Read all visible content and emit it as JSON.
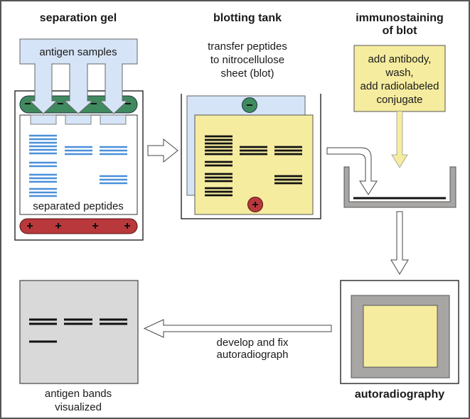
{
  "title": "Western blot procedure",
  "colors": {
    "sample_blue": "#d6e4f7",
    "band_blue": "#4a90d9",
    "cathode_green": "#3f8a5e",
    "anode_red": "#b8383c",
    "blot_yellow": "#f5ec9f",
    "tray_gray": "#a8a5a5",
    "film_gray": "#d9d9d9",
    "band_black": "#111111",
    "outline": "#333333"
  },
  "steps": {
    "separation_gel": {
      "heading": "separation gel",
      "samples_label": "antigen samples",
      "peptides_label": "separated peptides",
      "cathode_symbol": "−",
      "anode_symbol": "+"
    },
    "blotting_tank": {
      "heading": "blotting tank",
      "description": [
        "transfer peptides",
        "to nitrocellulose",
        "sheet (blot)"
      ],
      "cathode_symbol": "−",
      "anode_symbol": "+"
    },
    "immunostaining": {
      "heading": [
        "immunostaining",
        "of blot"
      ],
      "instructions": [
        "add antibody,",
        "wash,",
        "add radiolabeled",
        "conjugate"
      ]
    },
    "autoradiography": {
      "heading": "autoradiography"
    },
    "develop": {
      "label": [
        "develop and fix",
        "autoradiograph"
      ]
    },
    "result": {
      "label": [
        "antigen bands",
        "visualized"
      ]
    }
  }
}
